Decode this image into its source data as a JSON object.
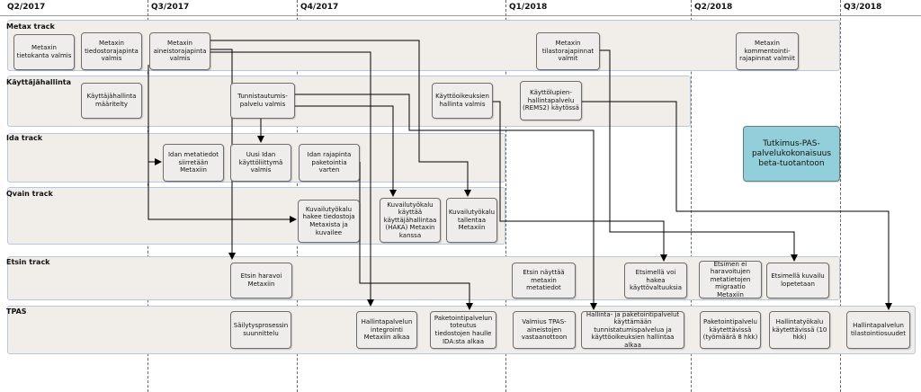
{
  "quarters": [
    "Q2/2017",
    "Q3/2017",
    "Q4/2017",
    "Q1/2018",
    "Q2/2018",
    "Q3/2018"
  ],
  "tracks": [
    "Metax track",
    "Käyttäjähallinta",
    "Ida track",
    "Qvain track",
    "Etsin track",
    "TPAS"
  ],
  "milestones": {
    "m1": "Metaxin tietokanta valmis",
    "m2": "Metaxin tiedostorajapinta valmis",
    "m3": "Metaxin aineistorajapinta valmis",
    "m4": "Metaxin tilastorajapinnat valmit",
    "m5": "Metaxin kommentointi-rajapinnat valmiit",
    "k1": "Käyttäjähallinta määritelty",
    "k2": "Tunnistautumis-palvelu valmis",
    "k3": "Käyttöoikeuksien hallinta valmis",
    "k4": "Käyttölupien-hallintapalvelu (REMS2) käytössä",
    "i1": "Idan metatiedot siirretään Metaxiin",
    "i2": "Uusi Idan käyttöliittymä valmis",
    "i3": "Idan rajapinta paketointia varten",
    "q1": "Kuvailutyökalu hakee tiedostoja Metaxista ja kuvailee",
    "q2": "Kuvailutyökalu käyttää käyttäjähallintaa (HAKA) Metaxin kanssa",
    "q3": "Kuvailutyökalu tallentaa Metaxiin",
    "e1": "Etsin haravoi Metaxiin",
    "e2": "Etsin näyttää metaxin metatiedot",
    "e3": "Etsimellä voi hakea käyttövaltuuksia",
    "e4": "Etsimen ei haravoitujen metatietojen migraatio Metaxiin",
    "e5": "Etsimellä kuvailu lopetetaan",
    "t1": "Säilytysprosessin suunnittelu",
    "t2": "Hallintapalvelun integrointi Metaxiin alkaa",
    "t3": "Paketointipalvelun toteutus tiedostojen haulle IDA:sta alkaa",
    "t4": "Valmius TPAS-aineistojen vastaanottoon",
    "t5": "Hallinta- ja paketointipalvelut käyttämään tunnistatumispalvelua ja käyttöoikeuksien hallintaa alkaa",
    "t6": "Paketointipalvelu käytettävissä (työmäärä 8 hkk)",
    "t7": "Hallintatyökalu käytettävissä (10 hkk)",
    "t8": "Hallintapalvelun tilastointiosuudet",
    "x1": "Tutkimus-PAS-palvelukokonaisuus beta-tuotantoon"
  },
  "colors": {
    "lane": "#f1eeea",
    "box": "#efedec",
    "highlight": "#93cfda",
    "line": "#000000"
  }
}
